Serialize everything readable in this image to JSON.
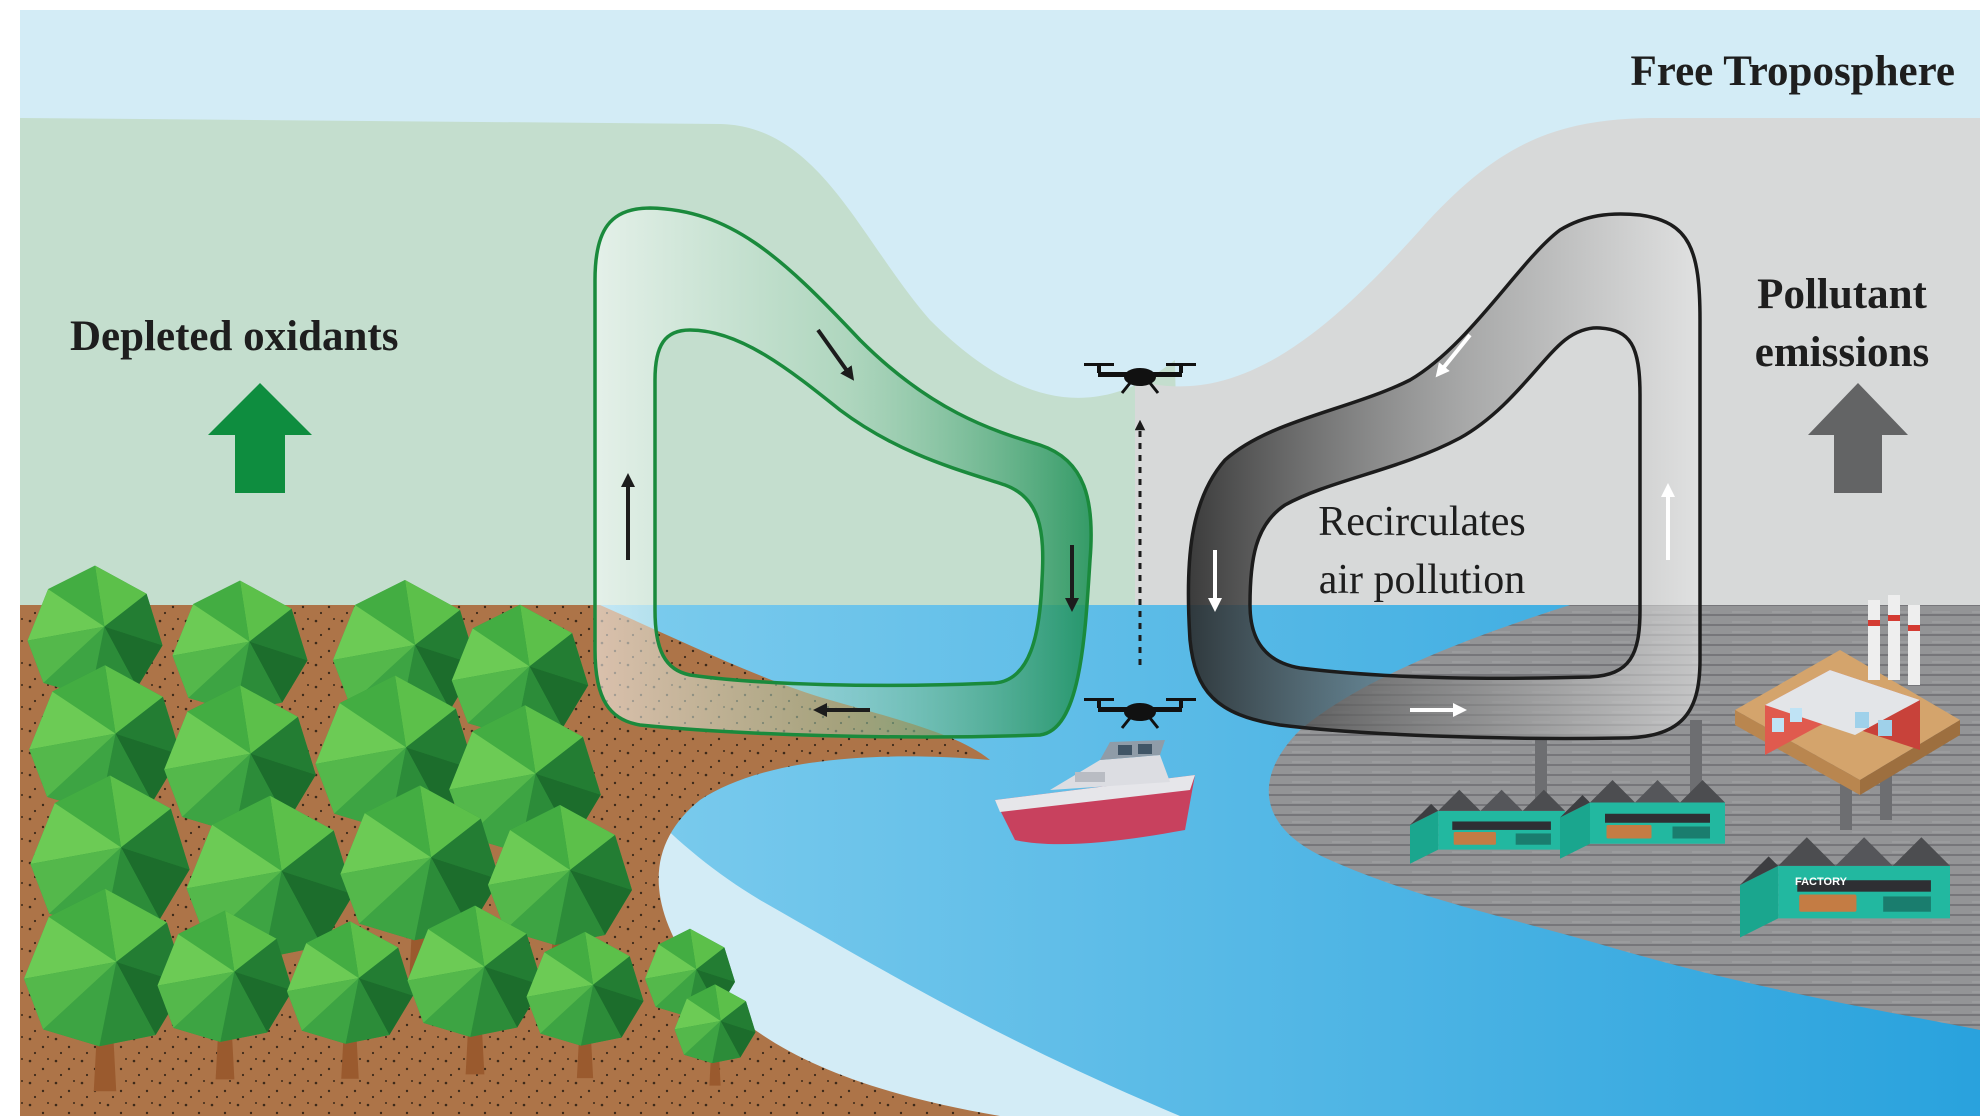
{
  "labels": {
    "free_troposphere": "Free Troposphere",
    "depleted_oxidants": "Depleted oxidants",
    "pollutant_line1": "Pollutant",
    "pollutant_line2": "emissions",
    "recirc_line1": "Recirculates",
    "recirc_line2": "air pollution",
    "factory_sign": "FACTORY"
  },
  "colors": {
    "sky": "#d3ecf6",
    "green_boundary_layer": "#c4dece",
    "grey_boundary_layer": "#d7d9d9",
    "green_arrow": "#0e8d3f",
    "grey_arrow": "#636465",
    "green_loop": "#1a8a3c",
    "black_loop": "#1c1c1c",
    "water": "#49b3e4",
    "soil": "#ad7448",
    "urban": "#8f9092"
  },
  "icons": [
    "drone-icon",
    "boat-icon",
    "tree-icon",
    "factory-icon",
    "chimney-icon",
    "up-arrow-icon"
  ]
}
